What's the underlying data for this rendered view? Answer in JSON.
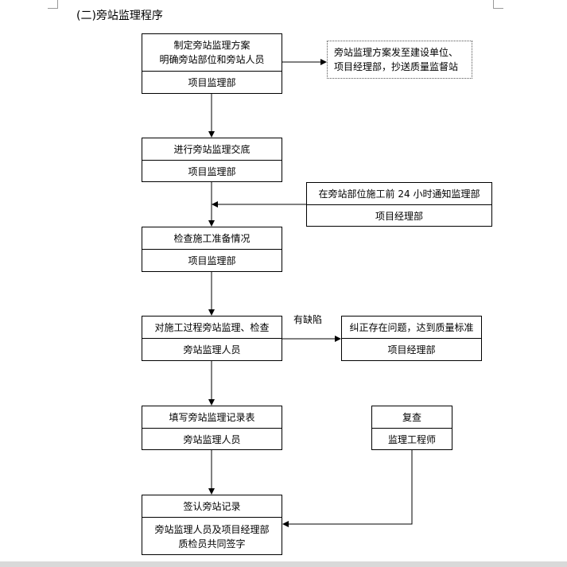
{
  "heading": "(二)旁站监理程序",
  "steps": [
    {
      "top_line1": "制定旁站监理方案",
      "top_line2": "明确旁站部位和旁站人员",
      "bottom": "项目监理部"
    },
    {
      "top": "进行旁站监理交底",
      "bottom": "项目监理部"
    },
    {
      "top": "检查施工准备情况",
      "bottom": "项目监理部"
    },
    {
      "top": "对施工过程旁站监理、检查",
      "bottom": "旁站监理人员"
    },
    {
      "top": "填写旁站监理记录表",
      "bottom": "旁站监理人员"
    },
    {
      "top": "签认旁站记录",
      "bottom_line1": "旁站监理人员及项目经理部",
      "bottom_line2": "质检员共同签字"
    }
  ],
  "side": {
    "plan_notice_line1": "旁站监理方案发至建设单位、",
    "plan_notice_line2": "项目经理部，抄送质量监督站",
    "advance_notice": {
      "top": "在旁站部位施工前 24 小时通知监理部",
      "bottom": "项目经理部"
    },
    "defect_label": "有缺陷",
    "correction": {
      "top": "纠正存在问题，达到质量标准",
      "bottom": "项目经理部"
    },
    "review": {
      "top": "复查",
      "bottom": "监理工程师"
    }
  }
}
